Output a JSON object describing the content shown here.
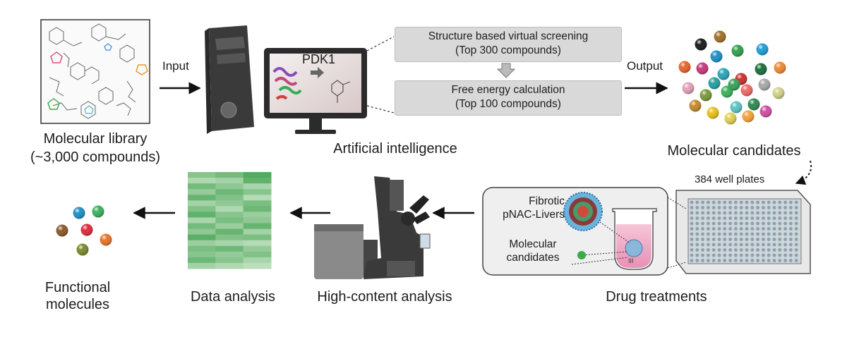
{
  "labels": {
    "molecular_library": "Molecular library",
    "library_count": "(~3,000 compounds)",
    "input": "Input",
    "output": "Output",
    "pdk1": "PDK1",
    "artificial_intelligence": "Artificial intelligence",
    "molecular_candidates": "Molecular candidates",
    "well_plates": "384 well plates",
    "fibrotic_line1": "Fibrotic",
    "fibrotic_line2": "pNAC-Livers",
    "candidates_line1": "Molecular",
    "candidates_line2": "candidates",
    "drug_treatments": "Drug treatments",
    "high_content_analysis": "High-content analysis",
    "data_analysis": "Data analysis",
    "functional_line1": "Functional",
    "functional_line2": "molecules"
  },
  "screening_steps": [
    {
      "title": "Structure based virtual screening",
      "detail": "(Top 300 compounds)"
    },
    {
      "title": "Free energy  calculation",
      "detail": "(Top 100 compounds)"
    }
  ],
  "colors": {
    "arrow": "#111111",
    "screen_box": "#d9d9d9",
    "heatmap_light": "#cfe8cd",
    "heatmap_dark": "#4ea85a",
    "monitor_frame": "#2b2b2b",
    "tower_body": "#3a3a3a"
  },
  "candidate_ball_colors": [
    "#1a1a1a",
    "#a0702a",
    "#1e8fc6",
    "#2fa14a",
    "#1e9ed8",
    "#e7652b",
    "#c43a7a",
    "#29a6b8",
    "#cc2f2f",
    "#1c6e3a",
    "#f08a37",
    "#e2a0b9",
    "#7a9a3a",
    "#3ab25b",
    "#ee6a66",
    "#a8a8a8",
    "#e8c21d",
    "#c48a2a",
    "#5cc4c4",
    "#2c8a50",
    "#d2d08a",
    "#3aa05a",
    "#e0d050",
    "#d14fa0",
    "#f6a23a",
    "#28a0a0"
  ],
  "functional_ball_colors": [
    "#1e8fc6",
    "#3ab25b",
    "#8a5a2a",
    "#e02a3a",
    "#e8742a",
    "#7a8a2a"
  ],
  "heatmap_matrix": [
    [
      0.55,
      0.7,
      0.95
    ],
    [
      0.25,
      0.35,
      0.85
    ],
    [
      0.7,
      0.5,
      0.3
    ],
    [
      0.45,
      0.75,
      0.55
    ],
    [
      0.8,
      0.6,
      0.2
    ],
    [
      0.35,
      0.5,
      0.65
    ],
    [
      0.6,
      0.25,
      0.75
    ],
    [
      0.85,
      0.55,
      0.4
    ],
    [
      0.3,
      0.65,
      0.5
    ],
    [
      0.7,
      0.4,
      0.8
    ],
    [
      0.5,
      0.8,
      0.35
    ],
    [
      0.9,
      0.6,
      0.65
    ],
    [
      0.4,
      0.3,
      0.2
    ],
    [
      0.65,
      0.75,
      0.45
    ],
    [
      0.55,
      0.45,
      0.6
    ],
    [
      0.75,
      0.55,
      0.3
    ],
    [
      0.35,
      0.25,
      0.15
    ]
  ]
}
